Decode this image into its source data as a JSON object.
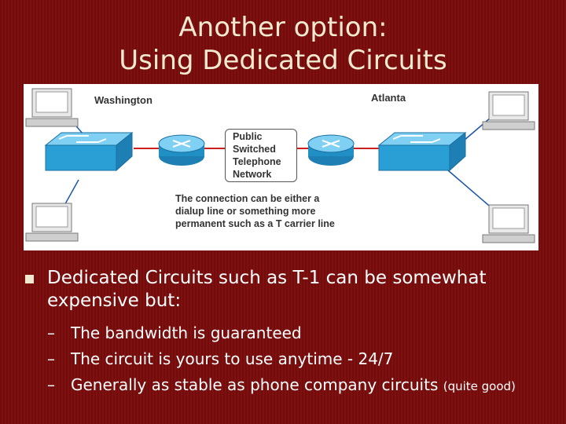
{
  "slide": {
    "title_line1": "Another option:",
    "title_line2": "Using Dedicated Circuits"
  },
  "diagram": {
    "city_left": "Washington",
    "city_right": "Atlanta",
    "pstn_lines": [
      "Public",
      "Switched",
      "Telephone",
      "Network"
    ],
    "note_lines": [
      "The connection can be either a",
      "dialup line or something more",
      "permanent such as a T carrier line"
    ],
    "colors": {
      "switch": "#2a9fd6",
      "router": "#1f8fc4",
      "link_red": "#cc2020",
      "link_blue": "#1a55b0"
    }
  },
  "bullets": {
    "main_line1": "Dedicated Circuits such as T-1 can be somewhat",
    "main_line2": "expensive but:",
    "subs": [
      {
        "dash": "–",
        "text": "The bandwidth is guaranteed"
      },
      {
        "dash": "–",
        "text": "The circuit is yours to use anytime - 24/7"
      },
      {
        "dash": "–",
        "text": "Generally as stable as phone company circuits",
        "small": "(quite good)"
      }
    ]
  },
  "icons": [
    "computer-icon",
    "switch-icon",
    "router-icon",
    "bullet-square-icon"
  ]
}
